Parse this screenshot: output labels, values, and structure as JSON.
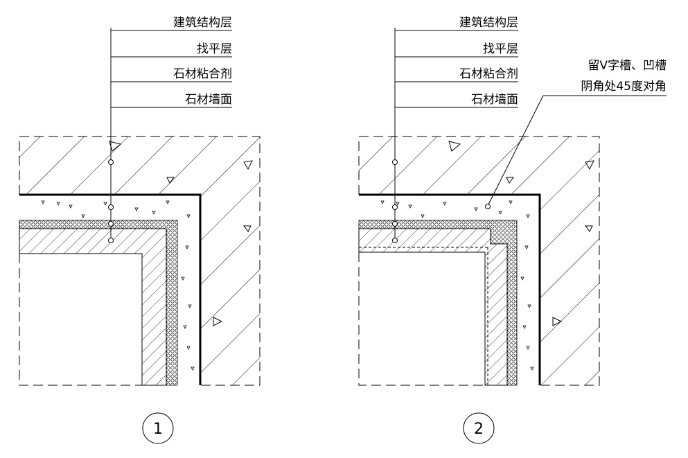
{
  "detail_1": {
    "layers": [
      "建筑结构层",
      "找平层",
      "石材粘合剂",
      "石材墙面"
    ],
    "number": "1"
  },
  "detail_2": {
    "layers": [
      "建筑结构层",
      "找平层",
      "石材粘合剂",
      "石材墙面"
    ],
    "note_line1": "留V字槽、凹槽",
    "note_line2": "阴角处45度对角",
    "number": "2"
  },
  "colors": {
    "line": "#000000",
    "background": "#ffffff"
  }
}
